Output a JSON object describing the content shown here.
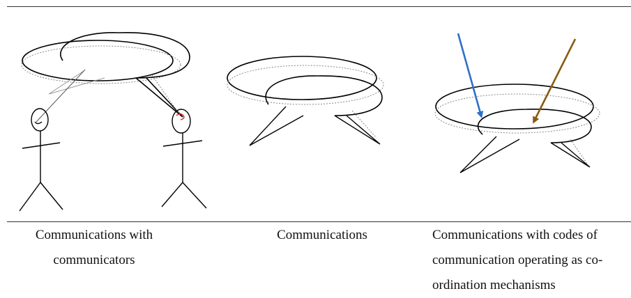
{
  "captions": {
    "col1": {
      "line1": "Communications with",
      "line2": "communicators"
    },
    "col2": {
      "line1": "Communications"
    },
    "col3": {
      "line1": "Communications with codes of",
      "line2": "communication operating as co-",
      "line3": "ordination mechanisms"
    }
  },
  "colors": {
    "line": "#000000",
    "dotted": "#888888",
    "rule": "#333333",
    "blue_arrow": "#2f6fc9",
    "brown_arrow": "#8a5a10",
    "mouth_mark": "#d22222"
  },
  "icons": [
    "speech-bubble",
    "stick-figure",
    "arrow"
  ]
}
